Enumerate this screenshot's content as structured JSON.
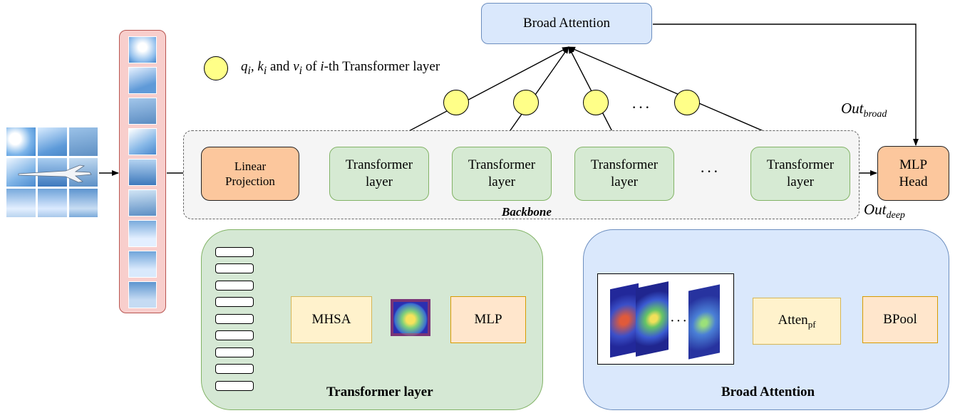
{
  "top": {
    "broad_attention": "Broad Attention",
    "legend_text": "and",
    "legend_tail": "of",
    "legend_end": "-th Transformer layer",
    "legend_q": "q",
    "legend_k": "k",
    "legend_v": "v",
    "legend_i": "i",
    "ellipsis": "···"
  },
  "backbone": {
    "label": "Backbone",
    "linear": "Linear Projection",
    "transformer": "Transformer layer",
    "ellipsis": "···",
    "mlp_head": "MLP Head"
  },
  "outputs": {
    "out_main": "Out",
    "broad_sub": "broad",
    "deep_sub": "deep"
  },
  "transformer_panel": {
    "title": "Transformer layer",
    "mhsa": "MHSA",
    "mlp": "MLP"
  },
  "broad_panel": {
    "title": "Broad Attention",
    "atten": "Atten",
    "atten_sub": "pf",
    "bpool": "BPool",
    "ellipsis": "···"
  },
  "colors": {
    "orange_fill": "#fcc79d",
    "green_fill": "#d6ead3",
    "blue_fill": "#dae8fc",
    "yellow_node": "#ffff88",
    "patch_strip_fill": "#f8cecc",
    "patch_strip_border": "#b85450"
  }
}
